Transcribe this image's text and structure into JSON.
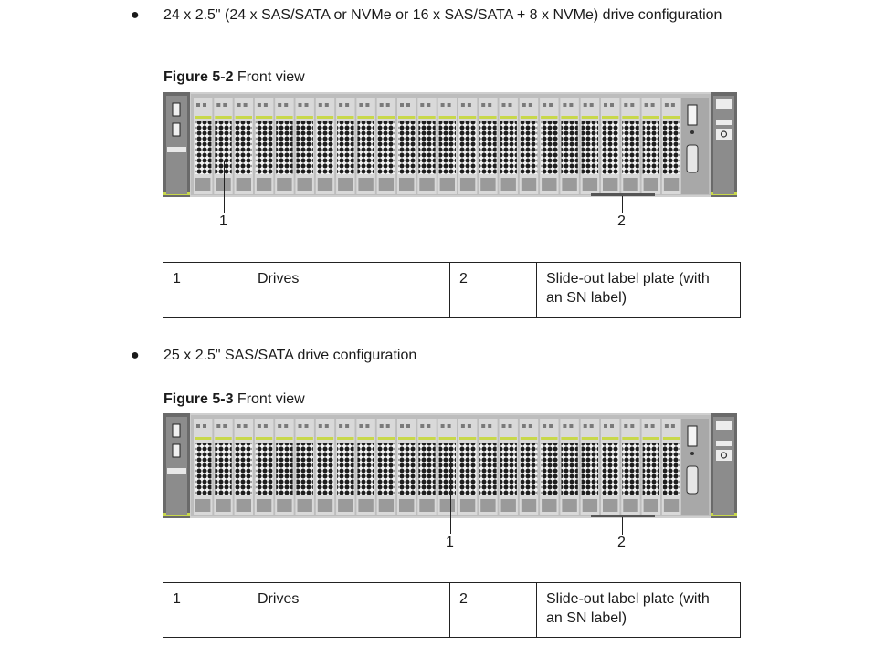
{
  "sections": [
    {
      "bullet": "●",
      "text": "24 x 2.5\" (24 x SAS/SATA or NVMe or 16 x SAS/SATA + 8 x NVMe) drive configuration",
      "figure": {
        "number": "Figure 5-2",
        "title": "Front view"
      },
      "callouts": [
        "1",
        "2"
      ],
      "legend": [
        {
          "num": "1",
          "desc": "Drives"
        },
        {
          "num": "2",
          "desc": "Slide-out label plate (with an SN label)"
        }
      ]
    },
    {
      "bullet": "●",
      "text": "25 x 2.5\" SAS/SATA drive configuration",
      "figure": {
        "number": "Figure 5-3",
        "title": "Front view"
      },
      "callouts": [
        "1",
        "2"
      ],
      "legend": [
        {
          "num": "1",
          "desc": "Drives"
        },
        {
          "num": "2",
          "desc": "Slide-out label plate (with an SN label)"
        }
      ]
    }
  ],
  "illustration": {
    "drive_bay_count": 24,
    "accent_color": "#c8d84a",
    "chassis_color": "#6a6a6a"
  }
}
